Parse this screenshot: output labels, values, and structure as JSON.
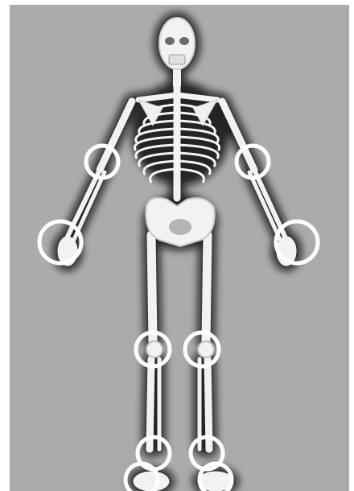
{
  "image": {
    "subject": "skeleton",
    "colors": {
      "background": "#ababab",
      "bone": "#f2f2f2",
      "bone_outline": "#cfcfcf",
      "halo": "#1a1a1a",
      "joint_marker": "#ffffff"
    }
  },
  "joint_markers": [
    {
      "name": "left-elbow-marker"
    },
    {
      "name": "right-elbow-marker"
    },
    {
      "name": "left-wrist-marker"
    },
    {
      "name": "right-wrist-marker"
    },
    {
      "name": "left-knee-marker"
    },
    {
      "name": "right-knee-marker"
    },
    {
      "name": "left-ankle-marker"
    },
    {
      "name": "right-ankle-marker"
    },
    {
      "name": "left-toe-marker"
    },
    {
      "name": "right-toe-marker"
    }
  ]
}
